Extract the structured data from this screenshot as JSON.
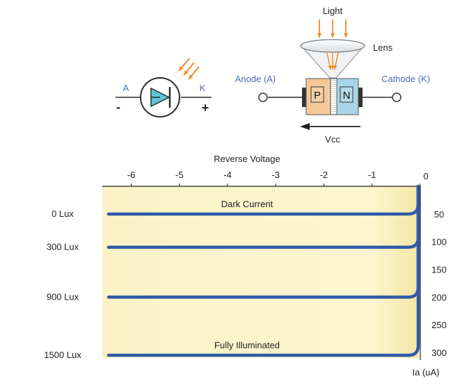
{
  "symbol": {
    "anode_letter": "A",
    "cathode_letter": "K",
    "minus_sign": "-",
    "plus_sign": "+"
  },
  "construction": {
    "light_label": "Light",
    "lens_label": "Lens",
    "anode_label": "Anode (A)",
    "cathode_label": "Cathode (K)",
    "p_label": "P",
    "n_label": "N",
    "vcc_label": "Vcc"
  },
  "colors": {
    "accent_blue": "#2e5aa8",
    "label_blue": "#4a6fb5",
    "diode_fill": "#5bc8d8",
    "arrow_orange": "#f08a24",
    "p_fill": "#f5c89a",
    "n_fill": "#a8d4e8",
    "graph_fill": "#fbf3c8"
  },
  "chart_data": {
    "type": "line",
    "title": "Reverse Voltage",
    "xlabel": "Reverse Voltage",
    "ylabel": "Ia (uA)",
    "x_ticks": [
      "-6",
      "-5",
      "-4",
      "-3",
      "-2",
      "-1",
      "0"
    ],
    "y_ticks": [
      "50",
      "100",
      "150",
      "200",
      "250",
      "300"
    ],
    "xlim": [
      -6.6,
      0
    ],
    "ylim": [
      0,
      310
    ],
    "series": [
      {
        "name": "0 Lux",
        "current": 50,
        "annotation": "Dark Current"
      },
      {
        "name": "300 Lux",
        "current": 110,
        "annotation": ""
      },
      {
        "name": "900 Lux",
        "current": 200,
        "annotation": ""
      },
      {
        "name": "1500 Lux",
        "current": 305,
        "annotation": "Fully Illuminated"
      }
    ]
  }
}
